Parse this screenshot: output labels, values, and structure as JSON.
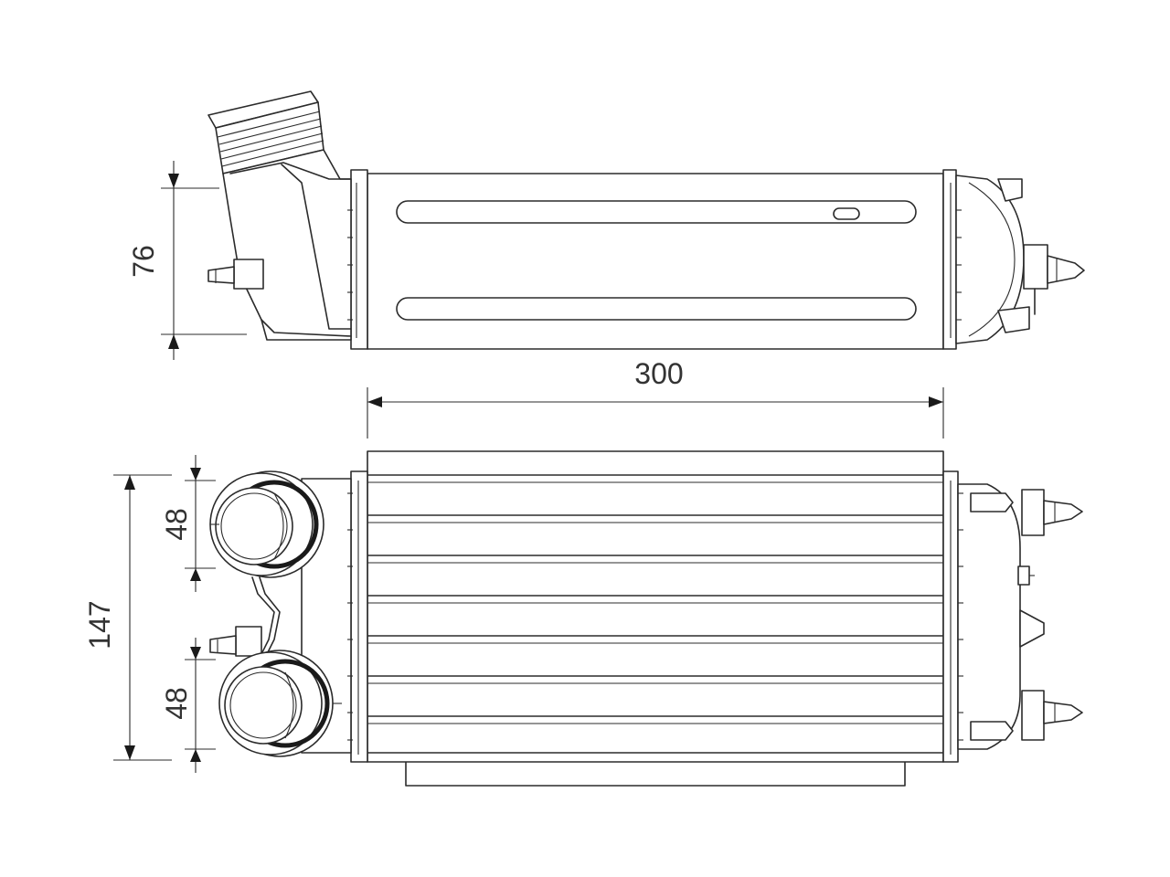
{
  "dimensions": {
    "height_top_view": "76",
    "length": "300",
    "total_height": "147",
    "inlet_upper": "48",
    "inlet_lower": "48"
  },
  "colors": {
    "line": "#2b2b2b",
    "background": "#ffffff"
  }
}
